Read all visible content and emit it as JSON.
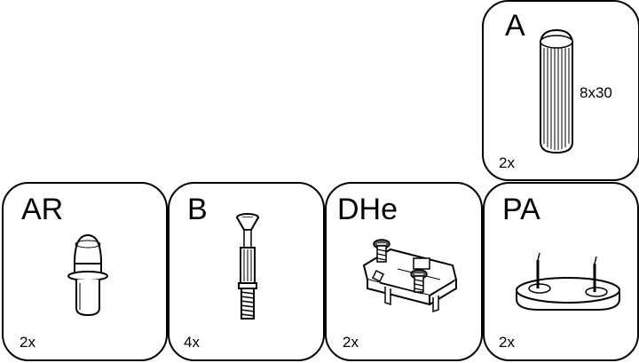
{
  "parts": [
    {
      "code": "A",
      "quantity": "2x",
      "size": "8x30",
      "icon": "wooden-dowel-icon"
    },
    {
      "code": "AR",
      "quantity": "2x",
      "icon": "shelf-support-pin-icon"
    },
    {
      "code": "B",
      "quantity": "4x",
      "icon": "cam-lock-bolt-icon"
    },
    {
      "code": "DHe",
      "quantity": "2x",
      "icon": "hinge-mounting-plate-icon"
    },
    {
      "code": "PA",
      "quantity": "2x",
      "icon": "nail-plate-icon"
    }
  ]
}
